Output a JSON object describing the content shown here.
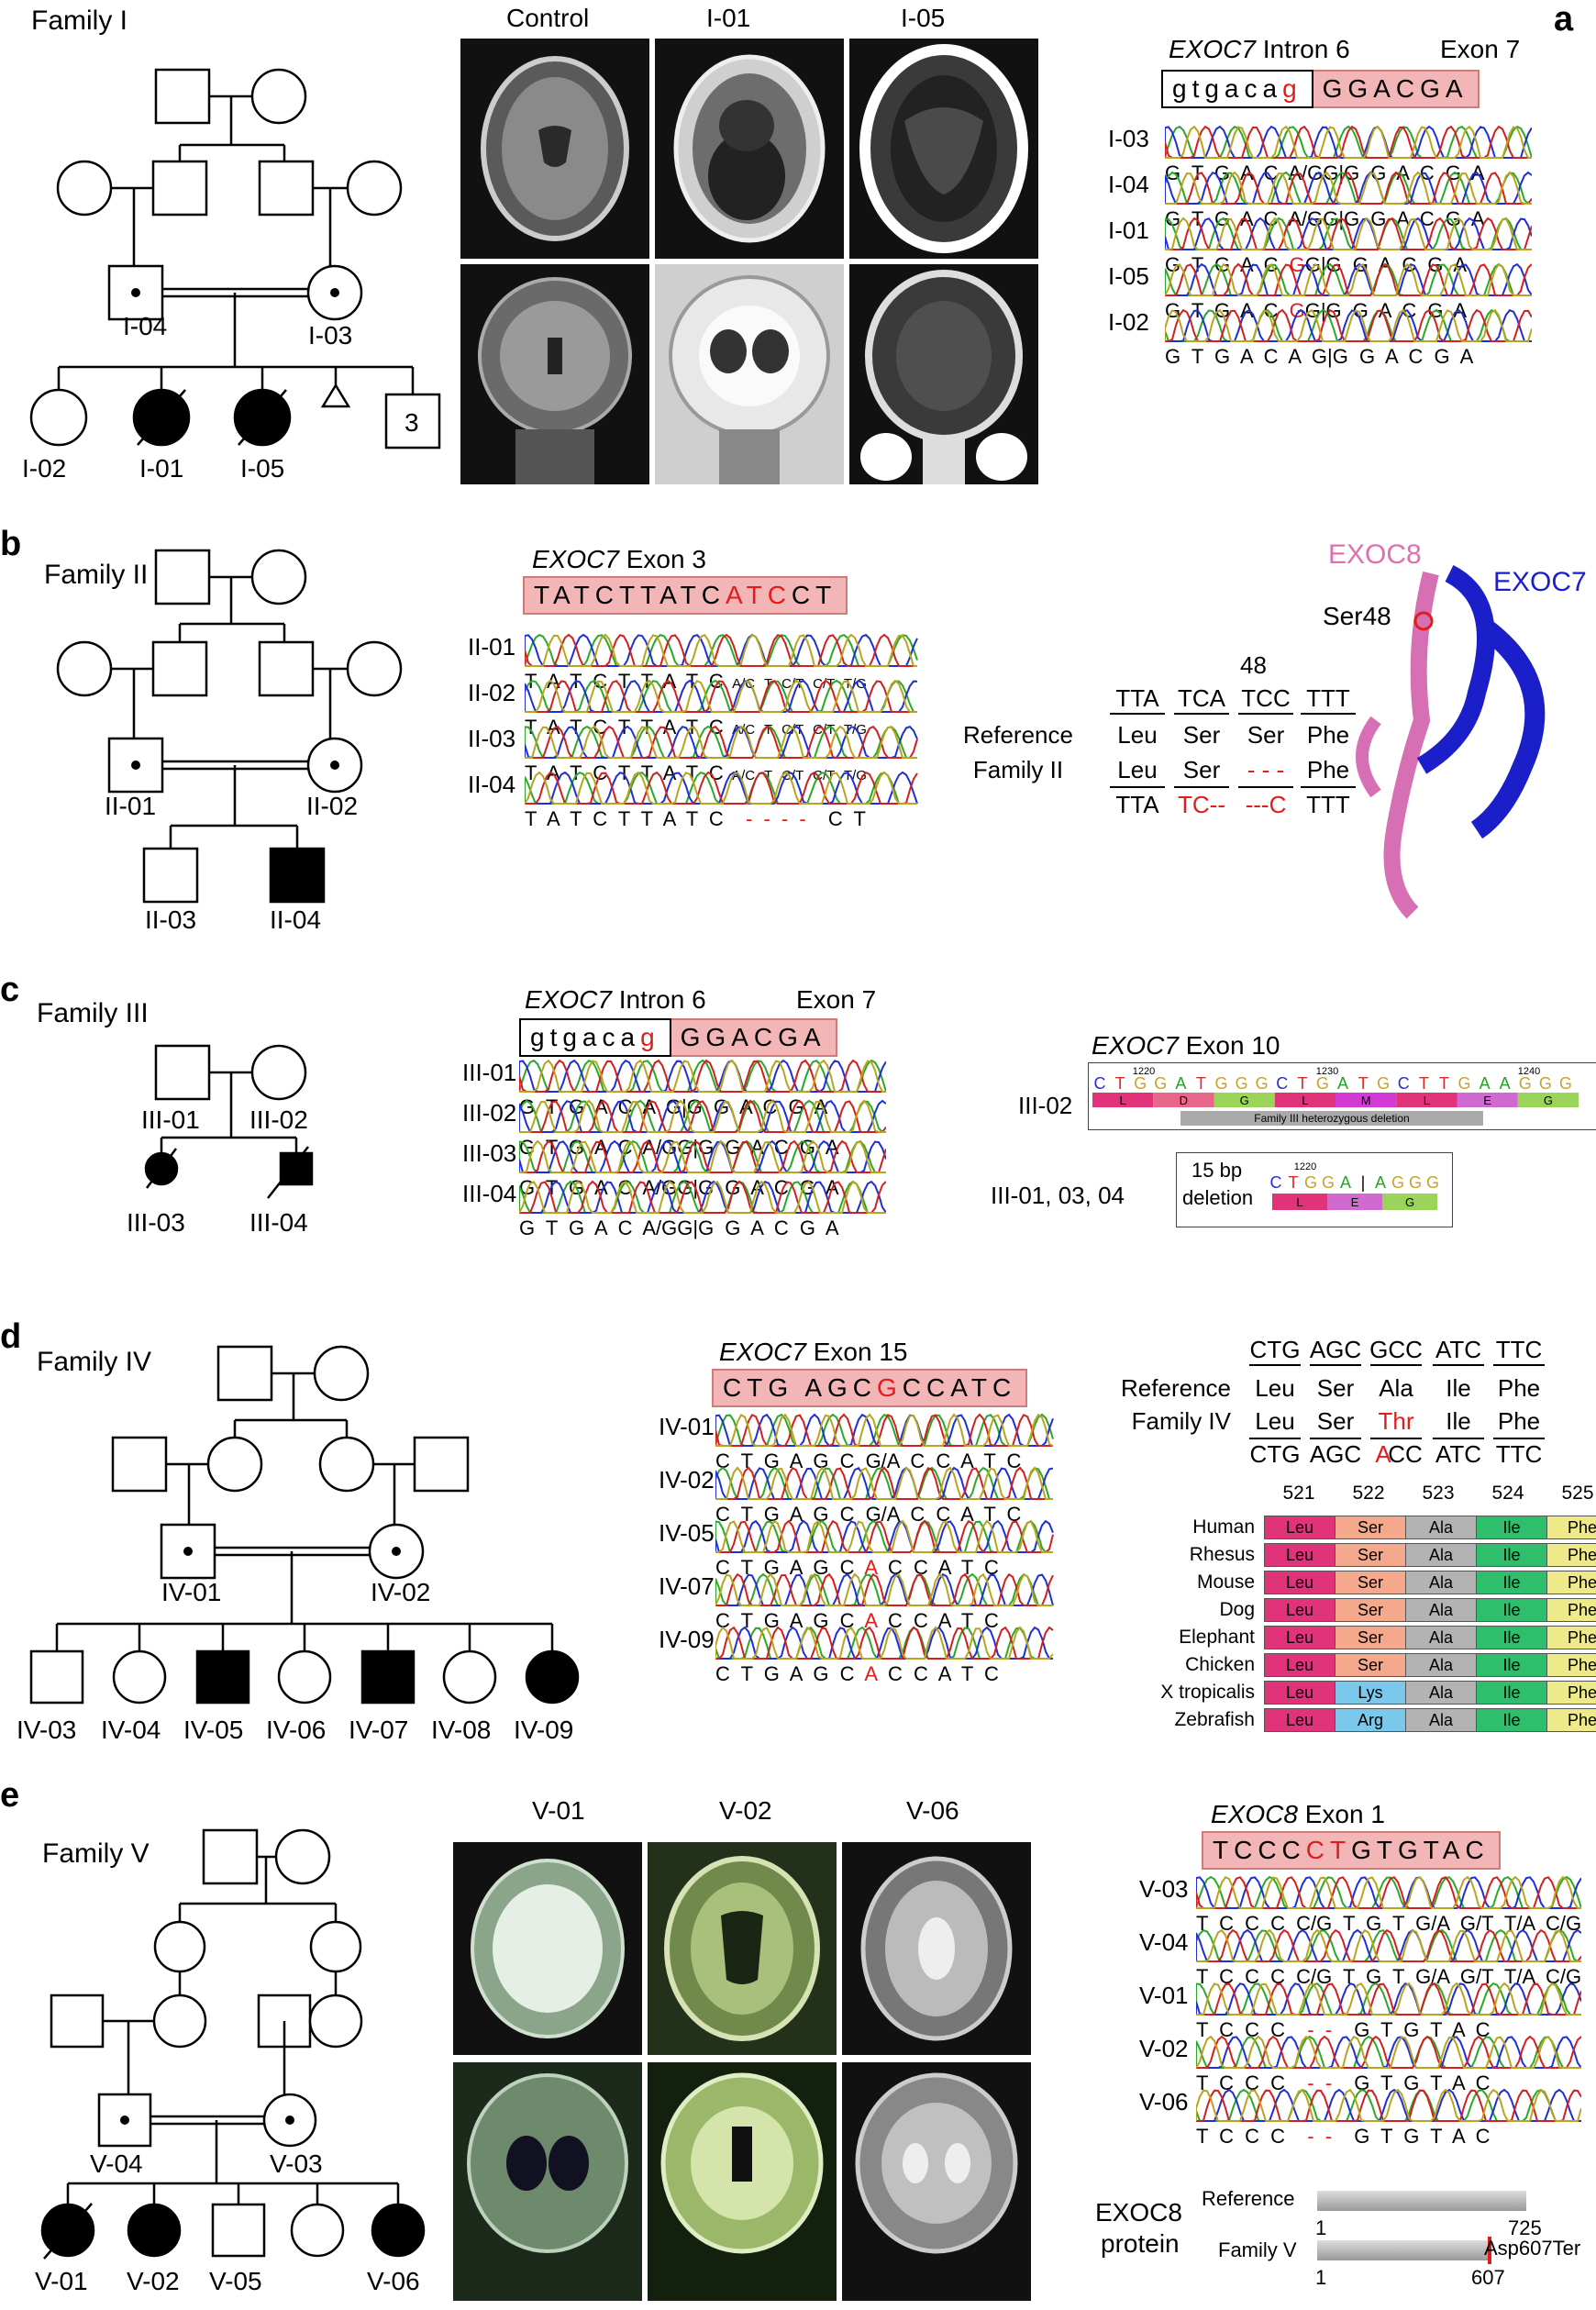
{
  "panels": {
    "a": {
      "letter": "a",
      "family": "Family I",
      "ped_labels": [
        "I-04",
        "I-03",
        "I-02",
        "I-01",
        "I-05",
        "3"
      ],
      "mri_cols": [
        "Control",
        "I-01",
        "I-05"
      ],
      "gene": "EXOC7",
      "region1": "Intron 6",
      "region2": "Exon 7",
      "intron_seq_pre": "gtgaca",
      "intron_seq_red": "g",
      "exon_seq": "GGACGA",
      "traces": [
        {
          "id": "I-03",
          "bases": "G T G A C A/GG|G G A C G A"
        },
        {
          "id": "I-04",
          "bases": "G T G A C A/GG|G G A C G A"
        },
        {
          "id": "I-01",
          "bases_pre": "G T G A C ",
          "bases_red": "G",
          "bases_post": "G|G G A C G A"
        },
        {
          "id": "I-05",
          "bases_pre": "G T G A C ",
          "bases_red": "G",
          "bases_post": "G|G G A C G A"
        },
        {
          "id": "I-02",
          "bases": "G T G A C A G|G G A C G A"
        }
      ]
    },
    "b": {
      "letter": "b",
      "family": "Family II",
      "ped_labels": [
        "II-01",
        "II-02",
        "II-03",
        "II-04"
      ],
      "gene": "EXOC7",
      "region": "Exon 3",
      "seq_pre": "TATCTTATC",
      "seq_red": "ATC",
      "seq_post": "CT",
      "traces": [
        {
          "id": "II-01",
          "bases": "T A T C T T A T C",
          "het": "A/C T C/T C/T T/G"
        },
        {
          "id": "II-02",
          "bases": "T A T C T T A T C",
          "het": "A/C T C/T C/T T/G"
        },
        {
          "id": "II-03",
          "bases": "T A T C T T A T C",
          "het": "A/C T C/T C/T T/G"
        },
        {
          "id": "II-04",
          "bases": "T A T C T T A T C",
          "del": "- - - -",
          "tail": "C T"
        }
      ],
      "codon_pos": "48",
      "codons_top": [
        "TTA",
        "TCA",
        "TCC",
        "TTT"
      ],
      "ref_label": "Reference",
      "fam_label": "Family II",
      "ref_aa": [
        "Leu",
        "Ser",
        "Ser",
        "Phe"
      ],
      "fam_aa": [
        "Leu",
        "Ser",
        "- - -",
        "Phe"
      ],
      "codons_bottom": [
        "TTA",
        "TC--",
        "---C",
        "TTT"
      ],
      "struct_labels": {
        "exoc8": "EXOC8",
        "exoc7": "EXOC7",
        "site": "Ser48"
      }
    },
    "c": {
      "letter": "c",
      "family": "Family III",
      "ped_labels": [
        "III-01",
        "III-02",
        "III-03",
        "III-04"
      ],
      "gene": "EXOC7",
      "region1": "Intron 6",
      "region2": "Exon 7",
      "intron_seq_pre": "gtgaca",
      "intron_seq_red": "g",
      "exon_seq": "GGACGA",
      "traces": [
        {
          "id": "III-01",
          "bases": "G T G A C A G|G G A C G A"
        },
        {
          "id": "III-02",
          "bases": "G T G A C A/GG|G G A C G A"
        },
        {
          "id": "III-03",
          "bases": "G T G A C A/GG|G G A C G A"
        },
        {
          "id": "III-04",
          "bases": "G T G A C A/GG|G G A C G A"
        }
      ],
      "exon10": {
        "title_gene": "EXOC7",
        "title_region": "Exon 10",
        "sample1": "III-02",
        "nums1": [
          "1220",
          "1230",
          "1240"
        ],
        "seq1": "CTGGATGGGCTGATGCTTGAAGGG",
        "aa1": [
          "L",
          "D",
          "G",
          "L",
          "M",
          "L",
          "E",
          "G"
        ],
        "bar_label": "Family III heterozygous deletion",
        "sample2": "III-01, 03, 04",
        "del_label1": "15 bp",
        "del_label2": "deletion",
        "nums2": [
          "1220"
        ],
        "seq2": "CTGGA|AGGG",
        "aa2": [
          "L",
          "E",
          "G"
        ]
      }
    },
    "d": {
      "letter": "d",
      "family": "Family IV",
      "ped_labels": [
        "IV-01",
        "IV-02",
        "IV-03",
        "IV-04",
        "IV-05",
        "IV-06",
        "IV-07",
        "IV-08",
        "IV-09"
      ],
      "gene": "EXOC7",
      "region": "Exon 15",
      "seq_pre": "CTG AGC ",
      "seq_red": "G",
      "seq_post": "CCATC",
      "traces": [
        {
          "id": "IV-01",
          "bases": "C T G A G C G/A C C A T C"
        },
        {
          "id": "IV-02",
          "bases": "C T G A G C G/A C C A T C"
        },
        {
          "id": "IV-05",
          "bases_pre": "C T G A G C ",
          "bases_red": "A",
          "bases_post": " C C A T C"
        },
        {
          "id": "IV-07",
          "bases_pre": "C T G A G C ",
          "bases_red": "A",
          "bases_post": " C C A T C"
        },
        {
          "id": "IV-09",
          "bases_pre": "C T G A G C ",
          "bases_red": "A",
          "bases_post": " C C A T C"
        }
      ],
      "codons_top": [
        "CTG",
        "AGC",
        "GCC",
        "ATC",
        "TTC"
      ],
      "ref_label": "Reference",
      "fam_label": "Family IV",
      "ref_aa": [
        "Leu",
        "Ser",
        "Ala",
        "Ile",
        "Phe"
      ],
      "fam_aa": [
        "Leu",
        "Ser",
        "Thr",
        "Ile",
        "Phe"
      ],
      "codons_bottom_pre": [
        "CTG",
        "AGC"
      ],
      "codon_mut_red": "A",
      "codon_mut_rest": "CC",
      "codons_bottom_post": [
        "ATC",
        "TTC"
      ],
      "positions": [
        "521",
        "522",
        "523",
        "524",
        "525"
      ],
      "species": [
        {
          "name": "Human",
          "aa": [
            "Leu",
            "Ser",
            "Ala",
            "Ile",
            "Phe"
          ]
        },
        {
          "name": "Rhesus",
          "aa": [
            "Leu",
            "Ser",
            "Ala",
            "Ile",
            "Phe"
          ]
        },
        {
          "name": "Mouse",
          "aa": [
            "Leu",
            "Ser",
            "Ala",
            "Ile",
            "Phe"
          ]
        },
        {
          "name": "Dog",
          "aa": [
            "Leu",
            "Ser",
            "Ala",
            "Ile",
            "Phe"
          ]
        },
        {
          "name": "Elephant",
          "aa": [
            "Leu",
            "Ser",
            "Ala",
            "Ile",
            "Phe"
          ]
        },
        {
          "name": "Chicken",
          "aa": [
            "Leu",
            "Ser",
            "Ala",
            "Ile",
            "Phe"
          ]
        },
        {
          "name": "X tropicalis",
          "aa": [
            "Leu",
            "Lys",
            "Ala",
            "Ile",
            "Phe"
          ]
        },
        {
          "name": "Zebrafish",
          "aa": [
            "Leu",
            "Arg",
            "Ala",
            "Ile",
            "Phe"
          ]
        }
      ],
      "aa_colors": {
        "Leu": "#e0337a",
        "Ser": "#f4a98d",
        "Ala": "#b3b3b3",
        "Ile": "#2fbf6c",
        "Phe": "#eeea8a",
        "Lys": "#7ac8ec",
        "Arg": "#7ac8ec"
      }
    },
    "e": {
      "letter": "e",
      "family": "Family V",
      "ped_labels": [
        "V-04",
        "V-03",
        "V-01",
        "V-02",
        "V-05",
        "V-06"
      ],
      "mri_cols": [
        "V-01",
        "V-02",
        "V-06"
      ],
      "gene": "EXOC8",
      "region": "Exon 1",
      "seq_pre": "TCCC",
      "seq_red": "CT",
      "seq_post": "GTGTAC",
      "traces": [
        {
          "id": "V-03",
          "bases": "T C C C C/G T G T G/A G/T T/A C/G"
        },
        {
          "id": "V-04",
          "bases": "T C C C C/G T G T G/A G/T T/A C/G"
        },
        {
          "id": "V-01",
          "bases": "T C C C",
          "del": "- -",
          "tail": "G T G T A C"
        },
        {
          "id": "V-02",
          "bases": "T C C C",
          "del": "- -",
          "tail": "G T G T A C"
        },
        {
          "id": "V-06",
          "bases": "T C C C",
          "del": "- -",
          "tail": "G T G T A C"
        }
      ],
      "protein_label1": "EXOC8",
      "protein_label2": "protein",
      "ref_label": "Reference",
      "fam_label": "Family V",
      "ref_start": "1",
      "ref_end": "725",
      "fam_start": "1",
      "fam_end": "607",
      "variant": "Asp607Ter"
    }
  },
  "colors": {
    "trace_green": "#29a829",
    "trace_blue": "#1f2fd6",
    "trace_red": "#d21f1f",
    "trace_gold": "#b8a51f",
    "accent_red": "#e31b1b",
    "seq_pink": "#f2b6b6"
  }
}
